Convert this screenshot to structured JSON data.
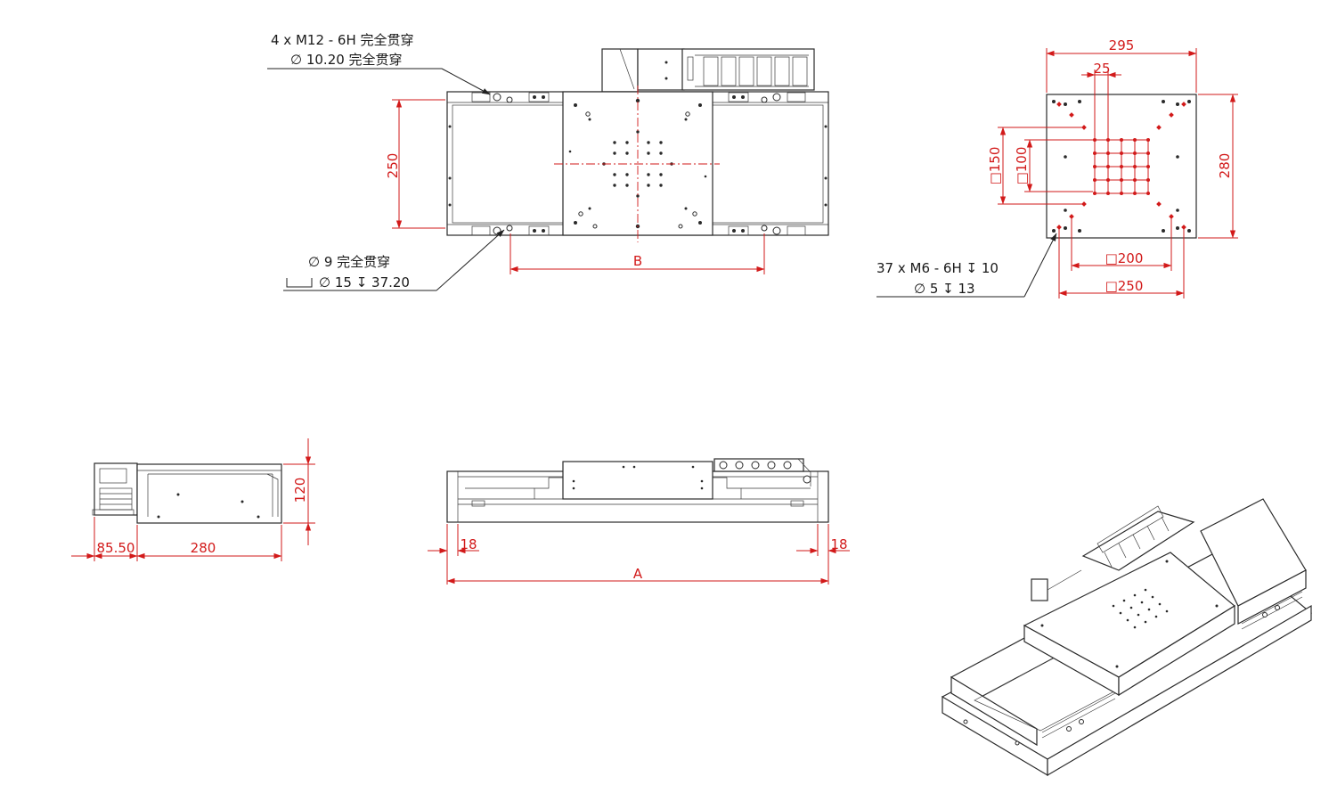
{
  "top_view": {
    "callout_thread": "4 x  M12 - 6H 完全贯穿",
    "callout_thread_drill": "∅ 10.20 完全贯穿",
    "callout_cbore_through": "∅ 9 完全贯穿",
    "callout_cbore": "∅ 15 ↧ 37.20",
    "dim_height": "250",
    "dim_b": "B"
  },
  "carriage_view": {
    "dim_width": "295",
    "dim_pitch": "25",
    "dim_height": "280",
    "dim_sq150": "□150",
    "dim_sq100": "□100",
    "dim_sq200": "□200",
    "dim_sq250": "□250",
    "callout_thread": "37 x  M6 - 6H ↧ 10",
    "callout_drill": "∅ 5 ↧ 13"
  },
  "side_view": {
    "dim_height": "120",
    "dim_offset": "85.50",
    "dim_width": "280"
  },
  "front_view": {
    "dim_left": "18",
    "dim_right": "18",
    "dim_a": "A"
  },
  "colors": {
    "dimension": "#d21a1a",
    "outline": "#2a2a2a"
  }
}
